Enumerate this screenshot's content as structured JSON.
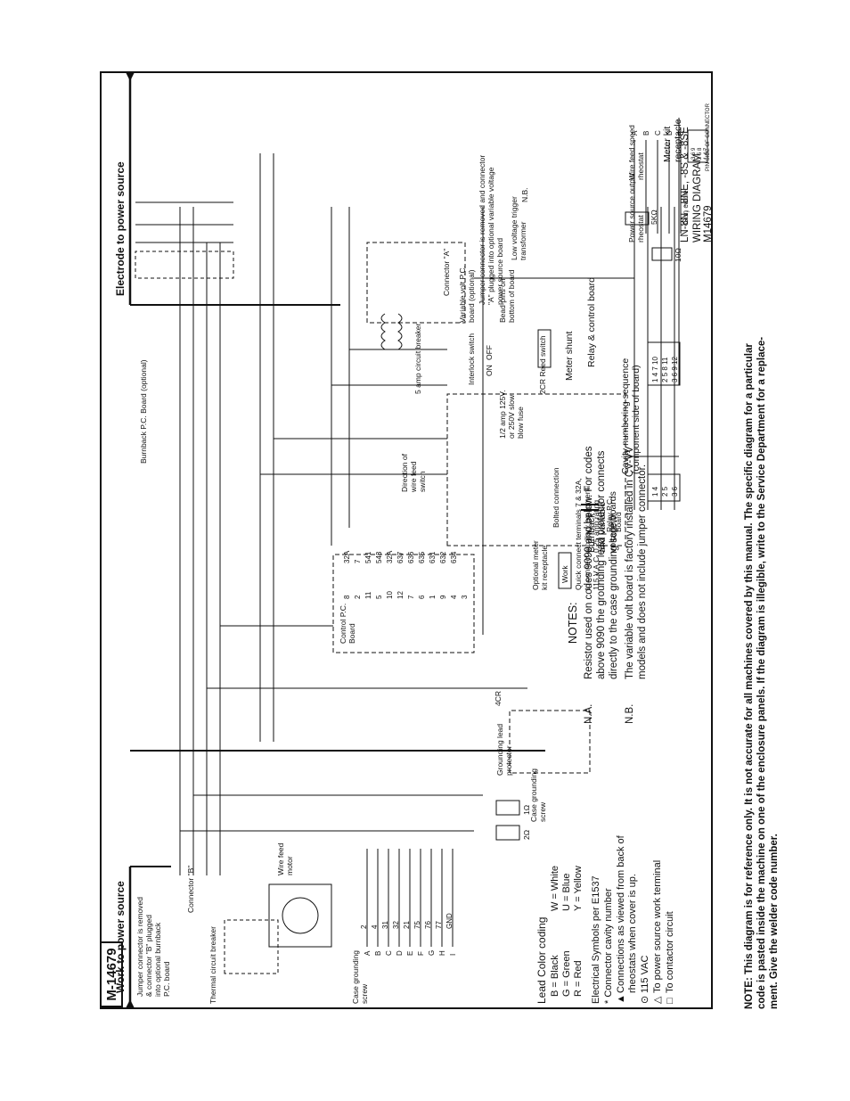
{
  "drawing_number": "M-14679",
  "arrows": {
    "electrode": "Electrode to power source",
    "work": "Work to power source"
  },
  "title_block": {
    "models": "LN-8N, -8NE, -8S & -8SE",
    "title": "WIRING DIAGRAM",
    "number": "M14679"
  },
  "legend": {
    "heading": "Lead Color coding",
    "colors": [
      "B = Black",
      "W = White",
      "G = Green",
      "U = Blue",
      "R = Red",
      "Y = Yellow"
    ],
    "symbols": "Electrical Symbols per E1537",
    "star": "* Connector cavity number",
    "triangle_1": "Connections as viewed from back of",
    "triangle_2": "rheostats when cover is up.",
    "circle": "115 VAC",
    "delta": "To power source work terminal",
    "square": "To contactor circuit"
  },
  "notes": {
    "heading": "NOTES:",
    "na_key": "N.A.",
    "na_1": "Resistor used on codes 9090 and below. For codes",
    "na_2": "above 9090 the grounding lead protector connects",
    "na_3": "directly to the case grounding screw.",
    "nb_key": "N.B.",
    "nb_1": "The variable volt board is factory installed in CV-VV",
    "nb_2": "models and does not include jumper connector."
  },
  "labels": {
    "burnback_board": "Burnback P.C. Board (optional)",
    "jumper_b_1": "Jumper connector is removed",
    "jumper_b_2": "& connector \"B\" plugged",
    "jumper_b_3": "into optional burnback",
    "jumper_b_4": "P.C. board",
    "connector_b": "Connector \"B\"",
    "thermal_cb": "Thermal circuit breaker",
    "wire_feed_motor_1": "Wire feed",
    "wire_feed_motor_2": "motor",
    "case_ground_1": "Case grounding",
    "case_ground_2": "screw",
    "case_ground_b_1": "Case grounding",
    "case_ground_b_2": "screw",
    "grounding_lead_1": "Grounding lead",
    "grounding_lead_2": "protector",
    "control_pc_1": "Control P.C.",
    "control_pc_2": "Board",
    "cr4": "4CR",
    "meter_kit_1": "Optional meter",
    "meter_kit_2": "kit receptacle",
    "quick_1": "Quick connect terminals 7 & 32A,",
    "quick_2": "to connect auxiliary equipment:",
    "quick_3": "115 V.A.C. 0.25 amp rating",
    "relay_pc_1": "Relay P.C.",
    "relay_pc_2": "Board",
    "dir_switch_1": "Direction of",
    "dir_switch_2": "wire feed",
    "dir_switch_3": "switch",
    "fuse_1": "1/2 amp 125V.",
    "fuse_2": "or 250V slow",
    "fuse_3": "blow fuse",
    "cb5": "5 amp circuit breaker",
    "interlock": "Interlock switch",
    "on": "ON",
    "off": "OFF",
    "bolted": "Bolted connection",
    "reed": "2CR Reed switch",
    "bead_1": "Bead pins on",
    "bead_2": "bottom of board",
    "lv_1": "Low voltage trigger",
    "lv_2": "transformer",
    "jumper_a_1": "Jumper connector is removed and connector",
    "jumper_a_2": "\"A\" plugged into optional variable voltage",
    "jumper_a_3": "power source board",
    "nb": "N.B.",
    "connector_a": "Connector \"A\"",
    "var_volt_1": "Variable volt P.C.",
    "var_volt_2": "board (optional)",
    "wf_rheo_1": "Wire feed speed",
    "wf_rheo_2": "rheostat",
    "ps_rheo_1": "Power source output",
    "ps_rheo_2": "rheostat",
    "gun_cable": "Gun cable",
    "work": "Work",
    "meter_shunt": "Meter shunt",
    "meter_kit_r_1": "Meter kit",
    "meter_kit_r_2": "receptacle",
    "pin_side": "PIN SIDE OF CONNECTOR",
    "relay_ctrl": "Relay & control board",
    "burnback_var_1": "Burnback",
    "burnback_var_2": "and variable",
    "burnback_var_3": "voltage boards",
    "cavity_1": "Cavity numbering sequence",
    "cavity_2": "(component side of board)",
    "r_5k": "5KΩ",
    "r_10": "10Ω",
    "r_1": "1Ω",
    "r_2": "2Ω"
  },
  "gun_cable_pins": [
    "A",
    "B",
    "C",
    "D",
    "E"
  ],
  "left_term_pins": [
    "A",
    "B",
    "C",
    "D",
    "E",
    "F",
    "G",
    "H",
    "I"
  ],
  "left_term_wires": [
    "2",
    "4",
    "31",
    "32",
    "21",
    "75",
    "76",
    "77",
    "GND"
  ],
  "control_wires": [
    "32A",
    "7",
    "541",
    "543",
    "32A",
    "637",
    "636",
    "635",
    "631",
    "632",
    "634"
  ],
  "control_pins": [
    "8",
    "2",
    "11",
    "5",
    "10",
    "12",
    "7",
    "6",
    "1",
    "9",
    "4",
    "3"
  ],
  "cavity_grid_8": [
    "1 4 7 10",
    "2 5 8 11",
    "3 6 9 12"
  ],
  "cavity_grid_6": [
    "1 4",
    "2 5",
    "3 6"
  ],
  "meter_grid": [
    "3 6 9",
    "2 5 8",
    "1 4 7"
  ],
  "footer_note": {
    "line1": "NOTE: This diagram is for reference only. It is not accurate for all machines covered by this manual. The specific diagram for a particular",
    "line2": "code is pasted inside the machine on one of the enclosure panels. If the diagram is illegible, write to the Service Department for a replace-",
    "line3": "ment. Give the welder code number."
  }
}
